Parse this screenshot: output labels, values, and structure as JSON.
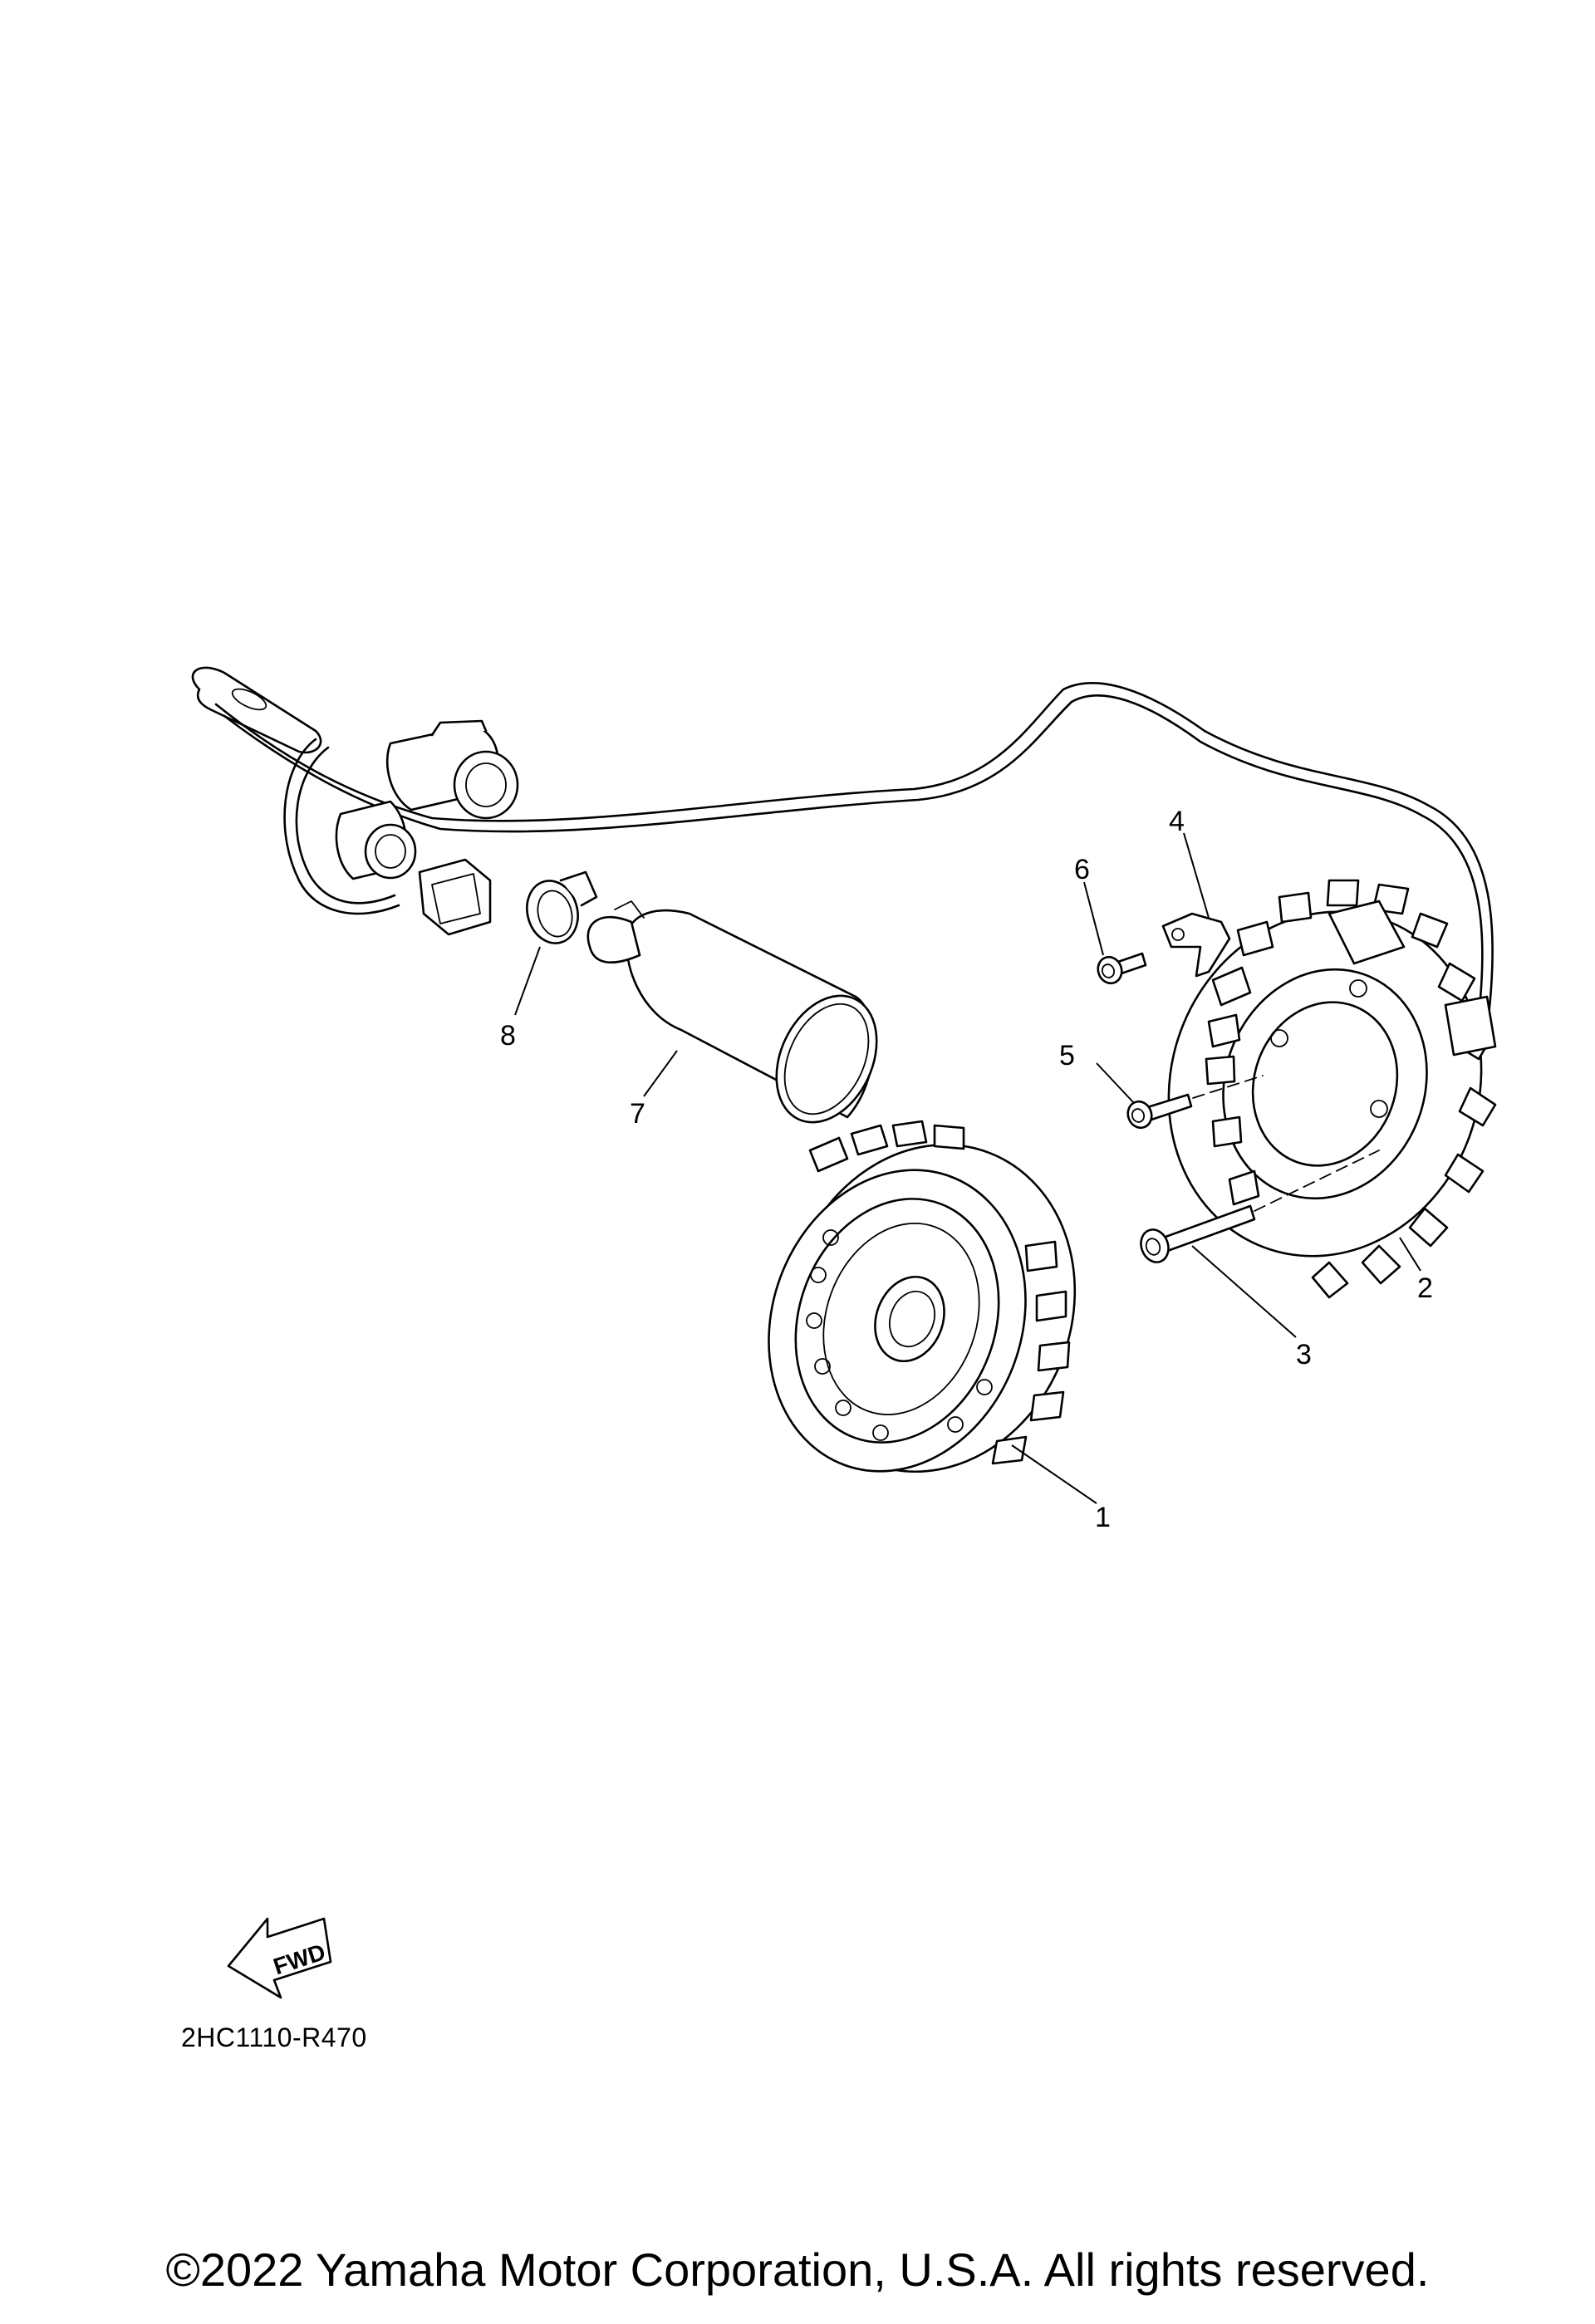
{
  "callouts": [
    {
      "id": 1,
      "label": "1"
    },
    {
      "id": 2,
      "label": "2"
    },
    {
      "id": 3,
      "label": "3"
    },
    {
      "id": 4,
      "label": "4"
    },
    {
      "id": 5,
      "label": "5"
    },
    {
      "id": 6,
      "label": "6"
    },
    {
      "id": 7,
      "label": "7"
    },
    {
      "id": 8,
      "label": "8"
    }
  ],
  "fwd_label": "FWD",
  "diagram_code": "2HC1110-R470",
  "copyright": "©2022 Yamaha Motor Corporation, U.S.A. All rights reserved."
}
